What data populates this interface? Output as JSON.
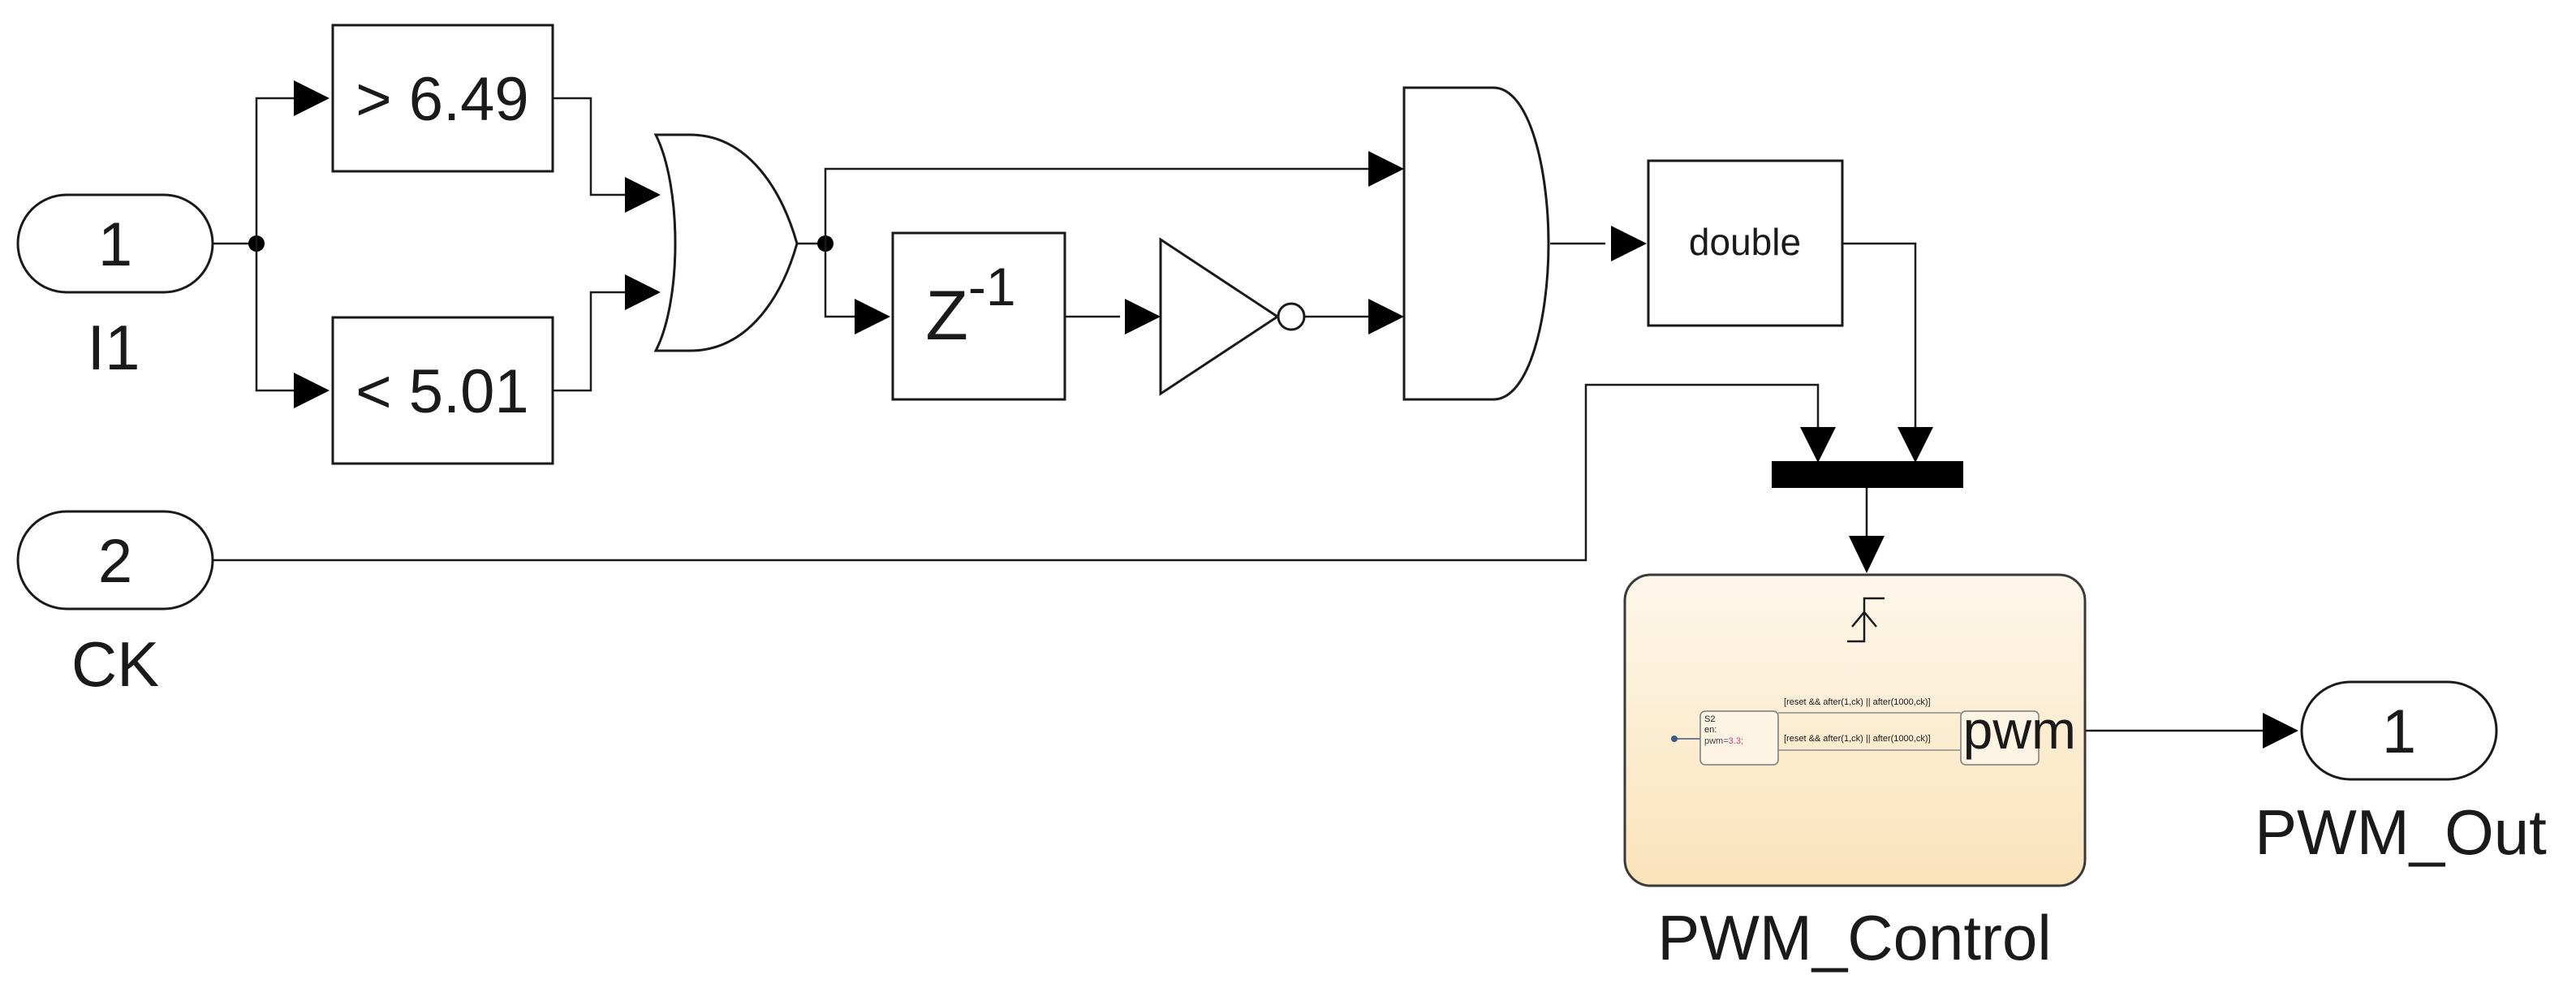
{
  "inports": [
    {
      "number": "1",
      "name": "I1"
    },
    {
      "number": "2",
      "name": "CK"
    }
  ],
  "compare_blocks": {
    "greater": "> 6.49",
    "less": "< 5.01"
  },
  "unit_delay": {
    "base": "Z",
    "exponent": "-1"
  },
  "conversion": {
    "label": "double"
  },
  "chart": {
    "name": "PWM_Control",
    "output_port": "pwm",
    "preview": {
      "state_name": "S2",
      "state_entry": "en:",
      "state_action_var": "pwm=",
      "state_action_val": "3.3;",
      "transitions": [
        "[reset && after(1,ck) || after(1000,ck)]",
        "[reset && after(1,ck) || after(1000,ck)]"
      ]
    }
  },
  "outports": [
    {
      "number": "1",
      "name": "PWM_Out"
    }
  ],
  "colors": {
    "line": "#1a1a1a",
    "chart_fill_top": "#fdf6e8",
    "chart_fill_bottom": "#fbe4bd",
    "chart_border": "#3a3a3a"
  }
}
